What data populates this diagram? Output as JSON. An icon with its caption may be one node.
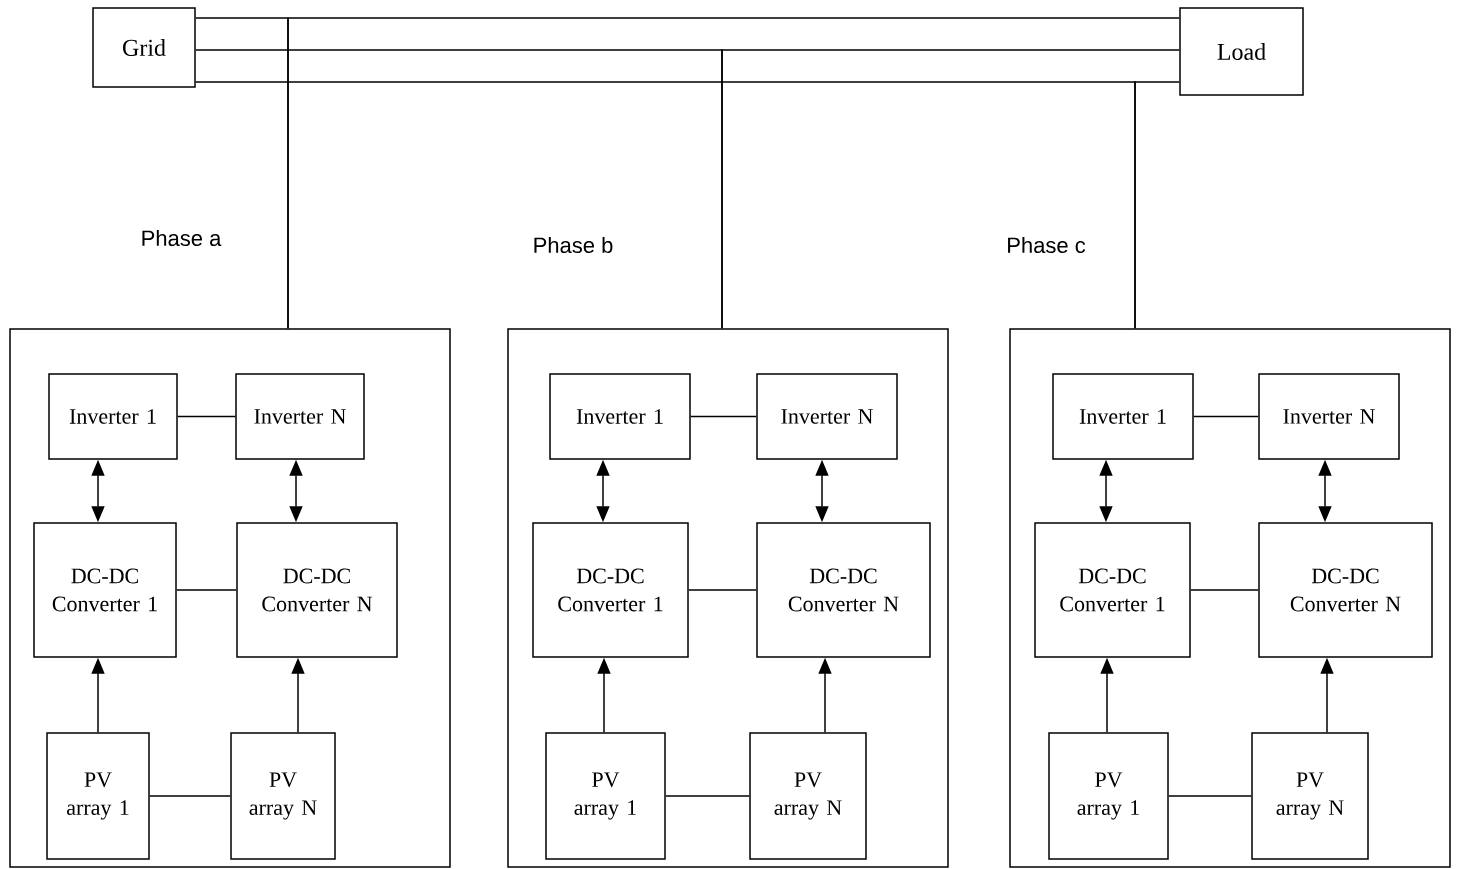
{
  "diagram": {
    "nodes": [
      {
        "text": [
          "Grid"
        ]
      },
      {
        "text": [
          "Load"
        ]
      },
      {
        "text": [
          "Phase a"
        ]
      },
      {
        "text": [
          "Inverter 1"
        ],
        "in": 2
      },
      {
        "text": [
          "Inverter N"
        ],
        "in": 2
      },
      {
        "text": [
          "DC-DC Converter 1"
        ],
        "in": 2
      },
      {
        "text": [
          "DC-DC Converter N"
        ],
        "in": 2
      },
      {
        "text": [
          "PV array 1"
        ],
        "in": 2
      },
      {
        "text": [
          "PV array N"
        ],
        "in": 2
      },
      {
        "text": [
          "Phase b"
        ]
      },
      {
        "text": [
          "Inverter 1"
        ],
        "in": 9
      },
      {
        "text": [
          "Inverter N"
        ],
        "in": 9
      },
      {
        "text": [
          "DC-DC Converter 1"
        ],
        "in": 9
      },
      {
        "text": [
          "DC-DC Converter N"
        ],
        "in": 9
      },
      {
        "text": [
          "PV array 1"
        ],
        "in": 9
      },
      {
        "text": [
          "PV array N"
        ],
        "in": 9
      },
      {
        "text": [
          "Phase c"
        ]
      },
      {
        "text": [
          "Inverter 1"
        ],
        "in": 16
      },
      {
        "text": [
          "Inverter N"
        ],
        "in": 16
      },
      {
        "text": [
          "DC-DC Converter 1"
        ],
        "in": 16
      },
      {
        "text": [
          "DC-DC Converter N"
        ],
        "in": 16
      },
      {
        "text": [
          "PV array 1"
        ],
        "in": 16
      },
      {
        "text": [
          "PV array N"
        ],
        "in": 16
      }
    ],
    "edges": [
      {
        "from": 0,
        "to": 2,
        "arrow": "none"
      },
      {
        "from": 1,
        "to": 2,
        "arrow": "none"
      },
      {
        "from": 0,
        "to": 9,
        "arrow": "none"
      },
      {
        "from": 1,
        "to": 9,
        "arrow": "none"
      },
      {
        "from": 0,
        "to": 16,
        "arrow": "none"
      },
      {
        "from": 1,
        "to": 16,
        "arrow": "none"
      },
      {
        "from": 3,
        "to": 4,
        "arrow": "none"
      },
      {
        "from": 3,
        "to": 5,
        "arrow": "both"
      },
      {
        "from": 4,
        "to": 6,
        "arrow": "both"
      },
      {
        "from": 5,
        "to": 6,
        "arrow": "none"
      },
      {
        "from": 7,
        "to": 5,
        "arrow": "to"
      },
      {
        "from": 8,
        "to": 6,
        "arrow": "to"
      },
      {
        "from": 7,
        "to": 8,
        "arrow": "none"
      },
      {
        "from": 10,
        "to": 11,
        "arrow": "none"
      },
      {
        "from": 10,
        "to": 12,
        "arrow": "both"
      },
      {
        "from": 11,
        "to": 13,
        "arrow": "both"
      },
      {
        "from": 12,
        "to": 13,
        "arrow": "none"
      },
      {
        "from": 14,
        "to": 12,
        "arrow": "to"
      },
      {
        "from": 15,
        "to": 13,
        "arrow": "to"
      },
      {
        "from": 14,
        "to": 15,
        "arrow": "none"
      },
      {
        "from": 17,
        "to": 18,
        "arrow": "none"
      },
      {
        "from": 17,
        "to": 19,
        "arrow": "both"
      },
      {
        "from": 18,
        "to": 20,
        "arrow": "both"
      },
      {
        "from": 19,
        "to": 20,
        "arrow": "none"
      },
      {
        "from": 21,
        "to": 19,
        "arrow": "to"
      },
      {
        "from": 22,
        "to": 20,
        "arrow": "to"
      },
      {
        "from": 21,
        "to": 22,
        "arrow": "none"
      }
    ]
  }
}
